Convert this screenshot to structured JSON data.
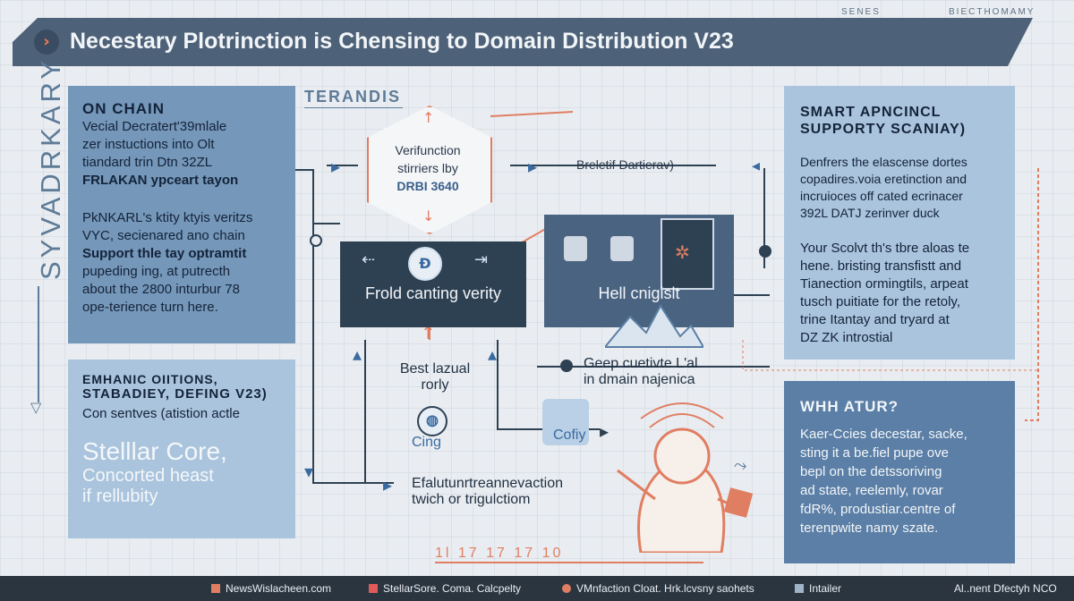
{
  "header": {
    "title": "Necestary Plotrinction is Chensing to Domain Distribution V23",
    "top_left_meta": "SENES",
    "top_right_meta": "BIECTHOMAMY"
  },
  "side_label": "SYVADRKARY",
  "left_panel_top": {
    "heading": "ON CHAIN",
    "lines": [
      "Vecial Decratert'39mlale",
      "zer instuctions into Olt",
      "tiandard trin Dtn 32ZL",
      "FRLAKAN ypceart tayon"
    ],
    "lines2": [
      "PkNKARL's ktity ktyis veritzs",
      "VYC, secienared ano chain",
      "Support thle tay optramtit",
      "pupeding ing, at putrecth",
      "about the 2800 inturbur 78",
      "ope-terience turn here."
    ]
  },
  "left_panel_bottom": {
    "heading1": "EMHANIC OIITIONS,",
    "heading2": "STABADIEY, DEFING V23)",
    "subtitle": "Con sentves (atistion actle",
    "big1": "Stelllar Core,",
    "big2": "Concorted heast",
    "big3": "if rellubity"
  },
  "center": {
    "section_title": "TERANDIS",
    "hex_text": [
      "Verifunction",
      "stirriers lby",
      "DRBI 3640"
    ],
    "arrow_label": "Breletif Dartierav)",
    "box_left_label": "Frold canting verity",
    "box_right_label": "Hell cnigislt",
    "best_label": [
      "Best lazual",
      "rorly"
    ],
    "cing_label": "Cing",
    "cofig_label": "Cofiy",
    "geep_label": [
      "Geep cuetivte L'al",
      "in dmain najenica"
    ],
    "bottom_label": [
      "Efalutunrtreannevaction",
      "twich or trigulctiom"
    ],
    "timeline": "1l  17  17  17  10"
  },
  "right_panel_top": {
    "heading": [
      "SMART APNCINCL",
      "SUPPORTY SCANIAY)"
    ],
    "lines": [
      "Denfrers the elascense dortes",
      "copadires.voia eretinction and",
      "incruioces off cated ecrinacer",
      "392L DATJ zerinver duck"
    ],
    "lines2": [
      "Your Scolvt th's tbre aloas te",
      "hene. bristing transfistt and",
      "Tianection ormingtils, arpeat",
      "tusch puitiate for the retoly,",
      "trine Itantay and tryard at",
      "DZ ZK introstial"
    ]
  },
  "right_panel_bottom": {
    "heading": "WHH ATUR?",
    "lines": [
      "Kaer-Ccies decestar, sacke,",
      "sting it a be.fiel pupe ove",
      "bepl on the detssoriving",
      "ad state, reelemly, rovar",
      "fdR%, produstiar.centre of",
      "terenpwite namy szate."
    ]
  },
  "footer": {
    "items": [
      "NewsWislacheen.com",
      "StellarSore. Coma. Calcpelty",
      "VMnfaction Cloat. Hrk.lcvsny saohets",
      "Intailer",
      "Al..nent Dfectyh NCO"
    ]
  },
  "colors": {
    "accent": "#e07e62",
    "panel": "#7597b9",
    "panel_light": "#a9c4dc",
    "dark": "#2e4153",
    "banner": "#4d6178"
  }
}
